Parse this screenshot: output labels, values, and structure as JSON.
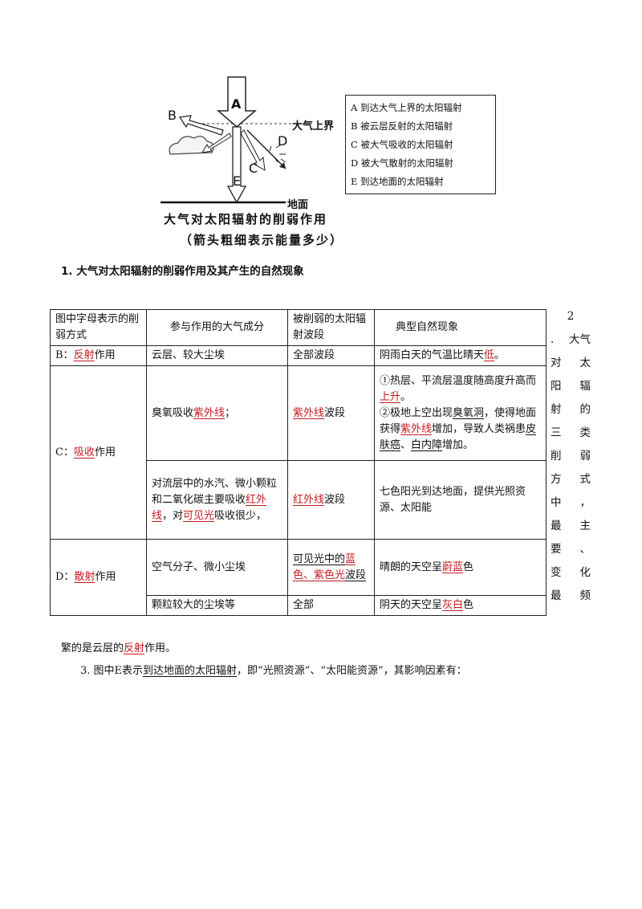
{
  "diagram": {
    "letters": {
      "a": "A",
      "b": "B",
      "c": "C",
      "d": "D",
      "e": "E"
    },
    "top_boundary": "大气上界",
    "ground": "地面",
    "caption1": "大气对太阳辐射的削弱作用",
    "caption2": "（箭头粗细表示能量多少）",
    "legend": [
      "A 到达大气上界的太阳辐射",
      "B 被云层反射的太阳辐射",
      "C 被大气吸收的太阳辐射",
      "D 被大气散射的太阳辐射",
      "E 到达地面的太阳辐射"
    ]
  },
  "heading1": "1. 大气对太阳辐射的削弱作用及其产生的自然现象",
  "table": {
    "headers": [
      "图中字母表示的削弱方式",
      "参与作用的大气成分",
      "被削弱的太阳辐射波段",
      "典型自然现象"
    ],
    "b_prefix": "B：",
    "b_answer": "反射",
    "b_suffix": "作用",
    "b_component": "云层、较大尘埃",
    "b_band": "全部波段",
    "b_phen_prefix": "阴雨白天的气温比晴天",
    "b_phen_answer": "低",
    "b_phen_suffix": "。",
    "c_prefix": "C：",
    "c_answer": "吸收",
    "c_suffix": "作用",
    "c1_comp_prefix": "臭氧吸收",
    "c1_comp_answer": "紫外线",
    "c1_comp_suffix": "；",
    "c1_band_answer": "紫外线",
    "c1_band_suffix": "波段",
    "c1_phen_a": "①热层、平流层温度随高度升高而",
    "c1_phen_a_answer": "上升",
    "c1_phen_a_suffix": "。",
    "c1_phen_b1": "②极地上空出现",
    "c1_phen_b_ozone": "臭氧洞",
    "c1_phen_b2": "，使得地面获得",
    "c1_phen_b_uv": "紫外线",
    "c1_phen_b3": "增加，导致人类祸患",
    "c1_phen_b_skin": "皮肤癌",
    "c1_phen_b4": "、",
    "c1_phen_b_cat": "白内障",
    "c1_phen_b5": "增加。",
    "c2_comp_prefix": "对流层中的水汽、微小颗粒和二氧化碳主要吸收",
    "c2_comp_ir": "红外线",
    "c2_comp_mid": "，对",
    "c2_comp_vis": "可见光",
    "c2_comp_suffix": "吸收很少，",
    "c2_band_answer": "红外线",
    "c2_band_suffix": "波段",
    "c2_phen": "七色阳光到达地面，提供光照资源、太阳能",
    "d_prefix": "D：",
    "d_answer": "散射",
    "d_suffix": "作用",
    "d1_comp": "空气分子、微小尘埃",
    "d1_band_prefix": "可见光中的",
    "d1_band_answer": "蓝色、紫色光",
    "d1_band_suffix": "波段",
    "d1_phen_prefix": "晴朗的天空呈",
    "d1_phen_answer": "蔚蓝",
    "d1_phen_suffix": "色",
    "d2_comp": "颗粒较大的尘埃等",
    "d2_band": "全部",
    "d2_phen_prefix": "阴天的天空呈",
    "d2_phen_answer": "灰白",
    "d2_phen_suffix": "色"
  },
  "side_text": [
    [
      "2"
    ],
    [
      ".",
      "大气"
    ],
    [
      "对",
      "太"
    ],
    [
      "阳",
      "辐"
    ],
    [
      "射",
      "的"
    ],
    [
      "三",
      "类"
    ],
    [
      "削",
      "弱"
    ],
    [
      "方",
      "式"
    ],
    [
      "中",
      "，"
    ],
    [
      "最",
      "主"
    ],
    [
      "要",
      "、"
    ],
    [
      "变",
      "化"
    ],
    [
      "最",
      "频"
    ]
  ],
  "after1_prefix": "繁的是云层的",
  "after1_answer": "反射",
  "after1_suffix": "作用。",
  "after3_prefix": "3. 图中E表示",
  "after3_ul": "到达地面的太阳辐射",
  "after3_suffix": "，即“光照资源”、“太阳能资源”，其影响因素有："
}
